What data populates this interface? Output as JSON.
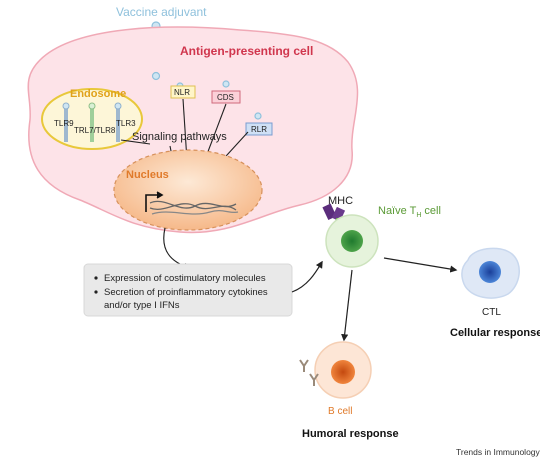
{
  "labels": {
    "vaccine_adjuvant": "Vaccine adjuvant",
    "apc": "Antigen-presenting cell",
    "endosome": "Endosome",
    "tlr9": "TLR9",
    "tlr78": "TRL7/TLR8",
    "tlr3": "TLR3",
    "nlr": "NLR",
    "cds": "CDS",
    "rlr": "RLR",
    "signaling": "Signaling pathways",
    "nucleus": "Nucleus",
    "mhc": "MHC",
    "naive_th": "Naïve T",
    "naive_th_sub": "H",
    "naive_th_suffix": " cell",
    "ctl": "CTL",
    "cellular_response": "Cellular response",
    "b_cell": "B cell",
    "humoral_response": "Humoral response",
    "journal": "Trends in Immunology"
  },
  "outcomes": [
    "Expression of costimulatory molecules",
    "Secretion of proinflammatory cytokines",
    "and/or type I IFNs"
  ],
  "colors": {
    "apc_fill": "#fde3e8",
    "apc_stroke": "#f0a9b6",
    "apc_title": "#d0364d",
    "adjuvant_text": "#8fc1dc",
    "endosome_stroke": "#e8c83a",
    "endosome_title": "#e0a21a",
    "nucleus_title": "#e07a2a",
    "naive_text": "#5a9a35",
    "ctl_core": "#2a63c4",
    "bcell_core": "#e0621e",
    "bcell_text": "#e07a2a"
  }
}
